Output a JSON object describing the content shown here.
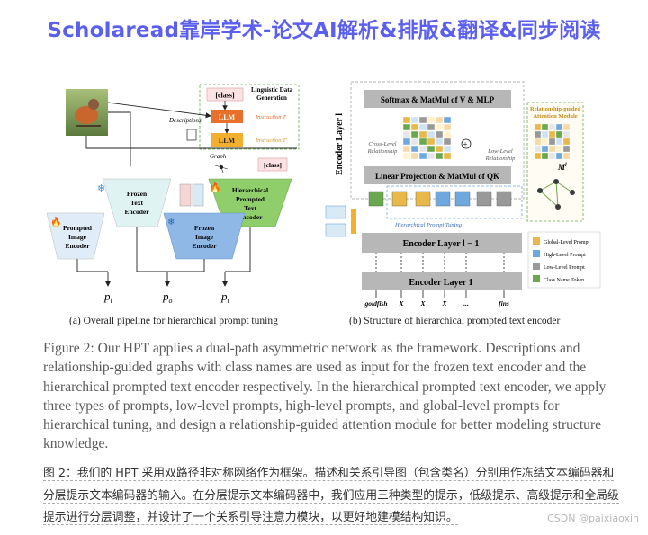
{
  "banner": {
    "title": "Scholaread靠岸学术-论文AI解析&排版&翻译&同步阅读"
  },
  "left_diagram": {
    "class_label": "[class]",
    "linguistic_title_1": "Linguistic Data",
    "linguistic_title_2": "Generation",
    "llm_1": "LLM",
    "llm_2": "LLM",
    "instruction_t": "Instruction T",
    "instruction_t2": "Instruction T'",
    "descriptions": "Descriptions",
    "graph": "Graph",
    "frozen_text_encoder": [
      "Frozen",
      "Text",
      "Encoder"
    ],
    "hier_text_encoder": [
      "Hierarchical",
      "Prompted",
      "Text",
      "Encoder"
    ],
    "prompted_image_encoder": [
      "Prompted",
      "Image",
      "Encoder"
    ],
    "frozen_image_encoder": [
      "Frozen",
      "Image",
      "Encoder"
    ],
    "class_label_2": "[class]",
    "p_i": "p",
    "p_i_sub": "i",
    "p_o": "p",
    "p_o_sub": "o",
    "p_t": "p",
    "p_t_sub": "t"
  },
  "right_diagram": {
    "encoder_layer_l": "Encoder Layer l",
    "softmax": "Softmax & MatMul of V & MLP",
    "cross_level": [
      "Cross-Level",
      "Relationship"
    ],
    "low_level": [
      "Low-Level",
      "Relationship"
    ],
    "linear_proj": "Linear Projection & MatMul of QK",
    "hier_prompt_tuning": "Hierarchical Prompt Tuning",
    "encoder_layer_l1": "Encoder Layer l − 1",
    "encoder_layer_1": "Encoder Layer 1",
    "attention_title": [
      "Relationship-guided",
      "Attention Module"
    ],
    "m_label": "M",
    "m_sup": "l",
    "tokens": [
      "goldfish",
      "X",
      "X",
      "X",
      "...",
      "fins"
    ],
    "legend": [
      "Global-Level Prompt",
      "High-Level Prompt",
      "Low-Level Prompt",
      "Class Name Token"
    ],
    "colors": {
      "global": "#e8b84a",
      "high": "#6fa8dc",
      "low": "#999999",
      "class": "#6aa84f"
    }
  },
  "subcaption_a": "(a) Overall pipeline for hierarchical prompt tuning",
  "subcaption_b": "(b) Structure of hierarchical prompted text encoder",
  "figure_caption": "Figure 2: Our HPT applies a dual-path asymmetric network as the framework. Descriptions and relationship-guided graphs with class names are used as input for the frozen text encoder and the hierarchical prompted text encoder respectively. In the hierarchical prompted text encoder, we apply three types of prompts, low-level prompts, high-level prompts, and global-level prompts for hierarchical tuning, and design a relationship-guided attention module for better modeling structure knowledge.",
  "translation": "图 2：我们的 HPT 采用双路径非对称网络作为框架。描述和关系引导图（包含类名）分别用作冻结文本编码器和分层提示文本编码器的输入。在分层提示文本编码器中，我们应用三种类型的提示，低级提示、高级提示和全局级提示进行分层调整，并设计了一个关系引导注意力模块，以更好地建模结构知识。",
  "watermark": "CSDN @paixiaoxin"
}
